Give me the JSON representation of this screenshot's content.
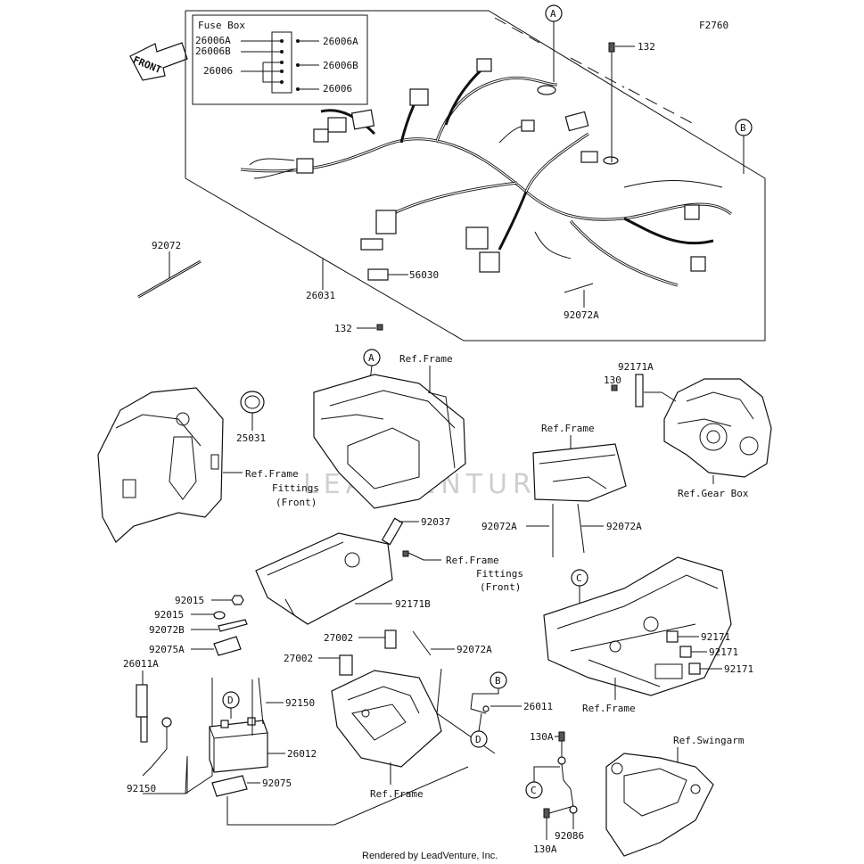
{
  "diagram_code": "F2760",
  "footer": "Rendered by LeadVenture, Inc.",
  "watermark": "LEADVENTURE",
  "front_arrow": "FRONT",
  "fuse_box": {
    "title": "Fuse Box",
    "left": [
      "26006A",
      "26006B",
      "26006"
    ],
    "right": [
      "26006A",
      "26006B",
      "26006"
    ]
  },
  "markers": {
    "A": "A",
    "B": "B",
    "C": "C",
    "D": "D"
  },
  "labels": {
    "p132_top": "132",
    "p92072": "92072",
    "p26031": "26031",
    "p56030": "56030",
    "p92072A_top": "92072A",
    "p132_mid": "132",
    "ref_frame_a": "Ref.Frame",
    "p25031": "25031",
    "ref_frame_fittings_1": "Ref.Frame",
    "ref_frame_fittings_2": "Fittings",
    "ref_frame_fittings_3": "(Front)",
    "p130": "130",
    "p92171A": "92171A",
    "ref_gear_box": "Ref.Gear Box",
    "ref_frame_b": "Ref.Frame",
    "p92072A_l": "92072A",
    "p92072A_r": "92072A",
    "p92037": "92037",
    "ref_frame_fittings_b1": "Ref.Frame",
    "ref_frame_fittings_b2": "Fittings",
    "ref_frame_fittings_b3": "(Front)",
    "p92171B": "92171B",
    "p92015_a": "92015",
    "p92015_b": "92015",
    "p92072B": "92072B",
    "p92075A": "92075A",
    "p26011A": "26011A",
    "p27002_r": "27002",
    "p27002_l": "27002",
    "p92072A_c": "92072A",
    "p92150_r": "92150",
    "p26012": "26012",
    "p92150_l": "92150",
    "p92075": "92075",
    "ref_frame_c": "Ref.Frame",
    "p26011": "26011",
    "p92171_1": "92171",
    "p92171_2": "92171",
    "p92171_3": "92171",
    "ref_frame_d": "Ref.Frame",
    "p130A_top": "130A",
    "ref_swingarm": "Ref.Swingarm",
    "p92086": "92086",
    "p130A_bot": "130A"
  }
}
